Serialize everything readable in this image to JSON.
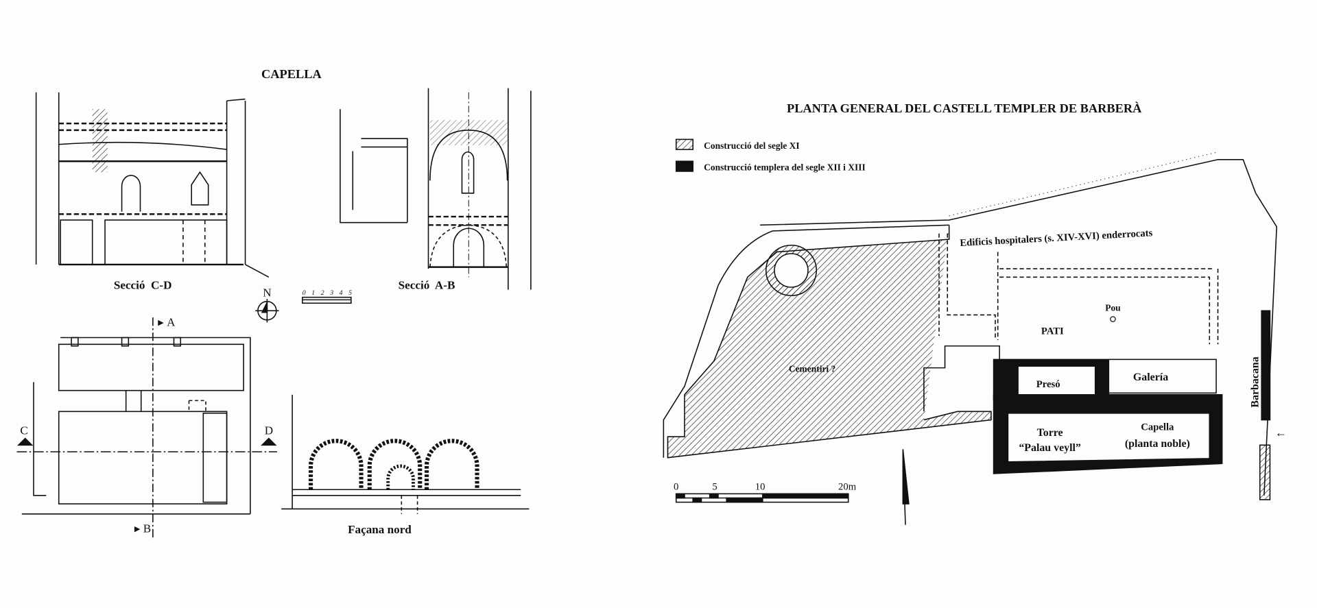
{
  "left": {
    "title": "CAPELLA",
    "section_cd": "Secció  C-D",
    "section_ab": "Secció  A-B",
    "north": "N",
    "scale_ticks": [
      "0",
      "1",
      "2",
      "3",
      "4",
      "5"
    ],
    "marks": {
      "a": "A",
      "b": "B",
      "c": "C",
      "d": "D"
    },
    "facade": "Façana nord"
  },
  "right": {
    "title": "PLANTA GENERAL DEL CASTELL TEMPLER DE BARBERÀ",
    "legend": [
      {
        "label": "Construcció del segle XI",
        "style": "hatched"
      },
      {
        "label": "Construcció templera del segle XII i XIII",
        "style": "solid"
      }
    ],
    "labels": {
      "hospitalers": "Edificis hospitalers (s. XIV-XVI) enderrocats",
      "pou": "Pou",
      "pati": "PATI",
      "cementiri": "Cementiri ?",
      "preso": "Presó",
      "galeria": "Galería",
      "torre": "Torre",
      "palau": "“Palau veyll”",
      "capella": "Capella",
      "planta_noble": "(planta noble)",
      "barbacana": "Barbacana"
    },
    "scale_ticks": [
      "0",
      "5",
      "10",
      "20m"
    ]
  },
  "colors": {
    "ink": "#111111",
    "paper": "#fdfdfd"
  }
}
